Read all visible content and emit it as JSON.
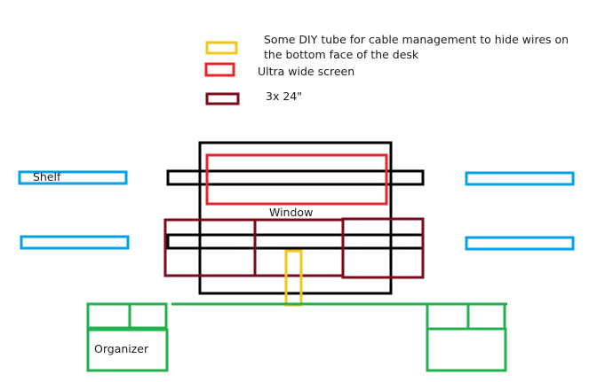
{
  "legend": [
    {
      "id": "cable-tube",
      "color": "#f5c518",
      "label_lines": [
        "Some DIY tube for cable management to hide wires on",
        "the bottom face of the desk"
      ]
    },
    {
      "id": "ultrawide",
      "color": "#e8232a",
      "label_lines": [
        "Ultra wide screen"
      ]
    },
    {
      "id": "monitors-24",
      "color": "#7b0a1a",
      "label_lines": [
        "3x 24\""
      ]
    }
  ],
  "labels": {
    "shelf": "Shelf",
    "window": "Window",
    "organizer": "Organizer"
  },
  "colors": {
    "outline": "#000000",
    "shelf": "#00a2e8",
    "organizer": "#22b14c",
    "cable_tube": "#f5c518",
    "ultrawide": "#e8232a",
    "monitors": "#7b0a1a"
  }
}
